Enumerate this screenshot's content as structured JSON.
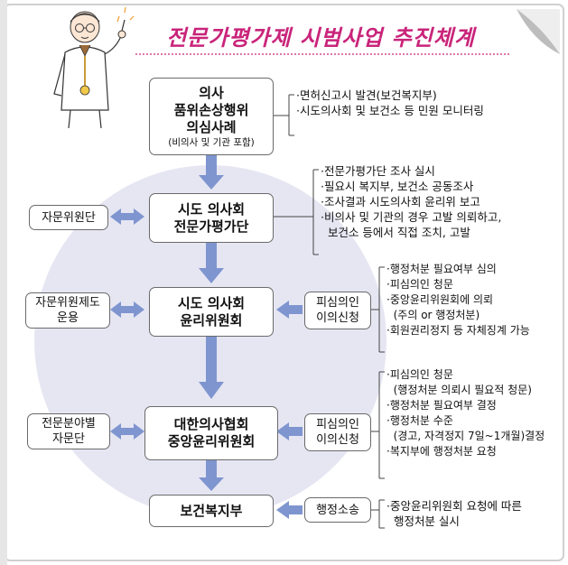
{
  "title": "전문가평가제 시범사업 추진체계",
  "boxes": {
    "doctor": {
      "lines": [
        "의사",
        "품위손상행위",
        "의심사례"
      ],
      "sub": "(비의사 및 기관 포함)"
    },
    "local_assoc": {
      "lines": [
        "시도 의사회",
        "전문가평가단"
      ]
    },
    "ethics": {
      "lines": [
        "시도 의사회",
        "윤리위원회"
      ]
    },
    "kma": {
      "lines": [
        "대한의사협회",
        "중앙윤리위원회"
      ]
    },
    "ministry": {
      "lines": [
        "보건복지부"
      ]
    }
  },
  "left_boxes": {
    "advisory": [
      "자문위원단"
    ],
    "advisory_system": [
      "자문위원제도",
      "운용"
    ],
    "specialty": [
      "전문분야별",
      "자문단"
    ]
  },
  "right_boxes": {
    "appeal1": [
      "피심의인",
      "이의신청"
    ],
    "appeal2": [
      "피심의인",
      "이의신청"
    ],
    "lawsuit": [
      "행정소송"
    ]
  },
  "notes": {
    "n1": [
      "·면허신고시 발견(보건복지부)",
      "·시도의사회 및 보건소 등 민원 모니터링"
    ],
    "n2": [
      "·전문가평가단 조사 실시",
      "·필요시 복지부, 보건소 공동조사",
      "·조사결과 시도의사회 윤리위 보고",
      "·비의사 및 기관의 경우 고발 의뢰하고,",
      "  보건소 등에서 직접 조치, 고발"
    ],
    "n3": [
      "·행정처분 필요여부 심의",
      "·피심의인 청문",
      "·중앙윤리위원회에 의뢰",
      "  (주의 or 행정처분)",
      "·회원권리정지 등 자체징계 가능"
    ],
    "n4": [
      "·피심의인 청문",
      "  (행정처분 의뢰시 필요적 청문)",
      "·행정처분 필요여부 결정",
      "·행정처분 수준",
      "  (경고, 자격정지 7일~1개월)결정",
      "·복지부에 행정처분 요청"
    ],
    "n5": [
      "·중앙윤리위원회 요청에 따른",
      "  행정처분 실시"
    ]
  },
  "colors": {
    "title": "#c9247a",
    "arrow": "#7f95cf",
    "circle": "#e4e4f2",
    "frame": "#dcdcdc"
  }
}
